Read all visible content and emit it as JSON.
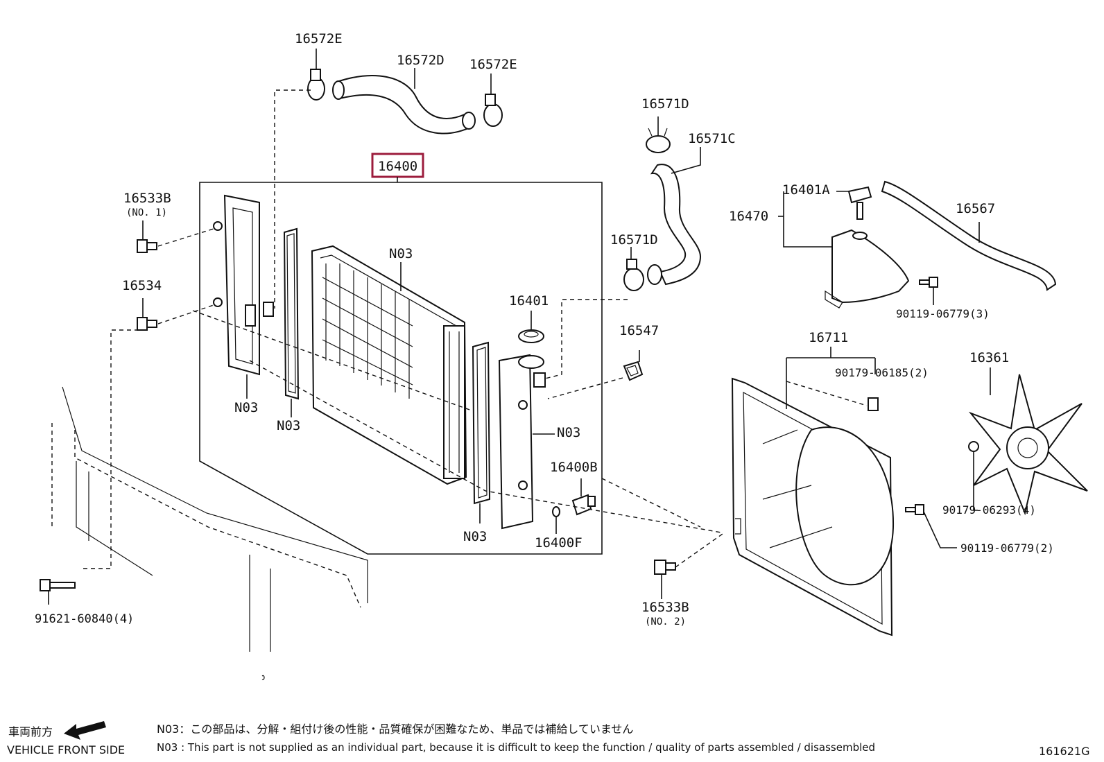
{
  "colors": {
    "highlight": "#9c1c3c",
    "ink": "#111111"
  },
  "labels": {
    "p16572e_a": "16572E",
    "p16572d": "16572D",
    "p16572e_b": "16572E",
    "p16571d_a": "16571D",
    "p16571c": "16571C",
    "p16400": "16400",
    "p16533b_1": "16533B",
    "no1": "(NO. 1)",
    "p16534": "16534",
    "n03_core": "N03",
    "p16401": "16401",
    "p16571d_b": "16571D",
    "p16547": "16547",
    "n03_tank_left": "N03",
    "n03_seal_left": "N03",
    "n03_tank_right": "N03",
    "n03_seal_right": "N03",
    "p16400b": "16400B",
    "p16400f": "16400F",
    "p16401a": "16401A",
    "p16470": "16470",
    "p16567": "16567",
    "p90119_3": "90119-06779(3)",
    "p16711": "16711",
    "p90179_2": "90179-06185(2)",
    "p16361": "16361",
    "p90179_4": "90179-06293(4)",
    "p90119_2": "90119-06779(2)",
    "p16533b_2": "16533B",
    "no2": "(NO. 2)",
    "p91621": "91621-60840(4)"
  },
  "footer": {
    "direction_jp": "車両前方",
    "direction_en": "VEHICLE FRONT SIDE",
    "note_jp": "N03：この部品は、分解・組付け後の性能・品質確保が困難なため、単品では補給していません",
    "note_en": "N03 : This part is not supplied as an individual part, because it is difficult to keep the function / quality of parts assembled / disassembled",
    "diagram_code": "161621G"
  }
}
